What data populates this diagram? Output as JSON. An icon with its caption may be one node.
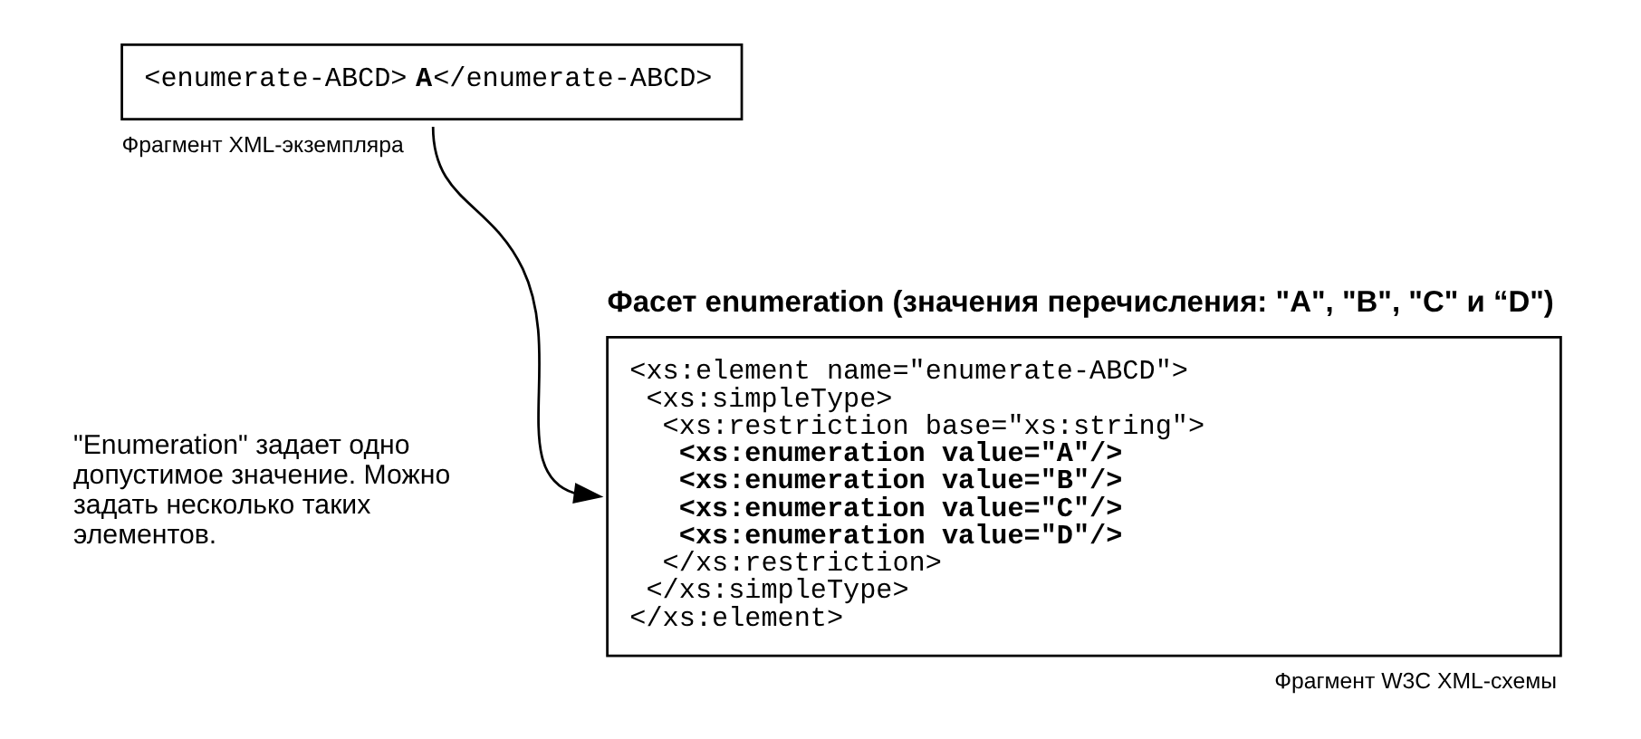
{
  "diagram": {
    "nodes": [
      {
        "text": [
          "<enumerate-ABCD>**A**</enumerate-ABCD>"
        ],
        "beside": [
          "Фрагмент XML-экземпляра"
        ]
      },
      {
        "text": [
          "Фасет enumeration (значения перечисления: \"A\", \"B\", \"C\" и “D\")",
          "<xs:element name=\"enumerate-ABCD\">",
          " <xs:simpleType>",
          "  <xs:restriction base=\"xs:string\">",
          "   <xs:enumeration value=\"A\"/>",
          "   <xs:enumeration value=\"B\"/>",
          "   <xs:enumeration value=\"C\"/>",
          "   <xs:enumeration value=\"D\"/>",
          "  </xs:restriction>",
          " </xs:simpleType>",
          "</xs:element>"
        ],
        "beside": [
          "Фрагмент W3C XML-схемы"
        ]
      }
    ],
    "edges": [
      {
        "from": 0,
        "to": 1,
        "arrow": "to"
      }
    ],
    "labels": [
      "\"Enumeration\" задает одно допустимое значение. Можно задать несколько таких элементов."
    ]
  }
}
